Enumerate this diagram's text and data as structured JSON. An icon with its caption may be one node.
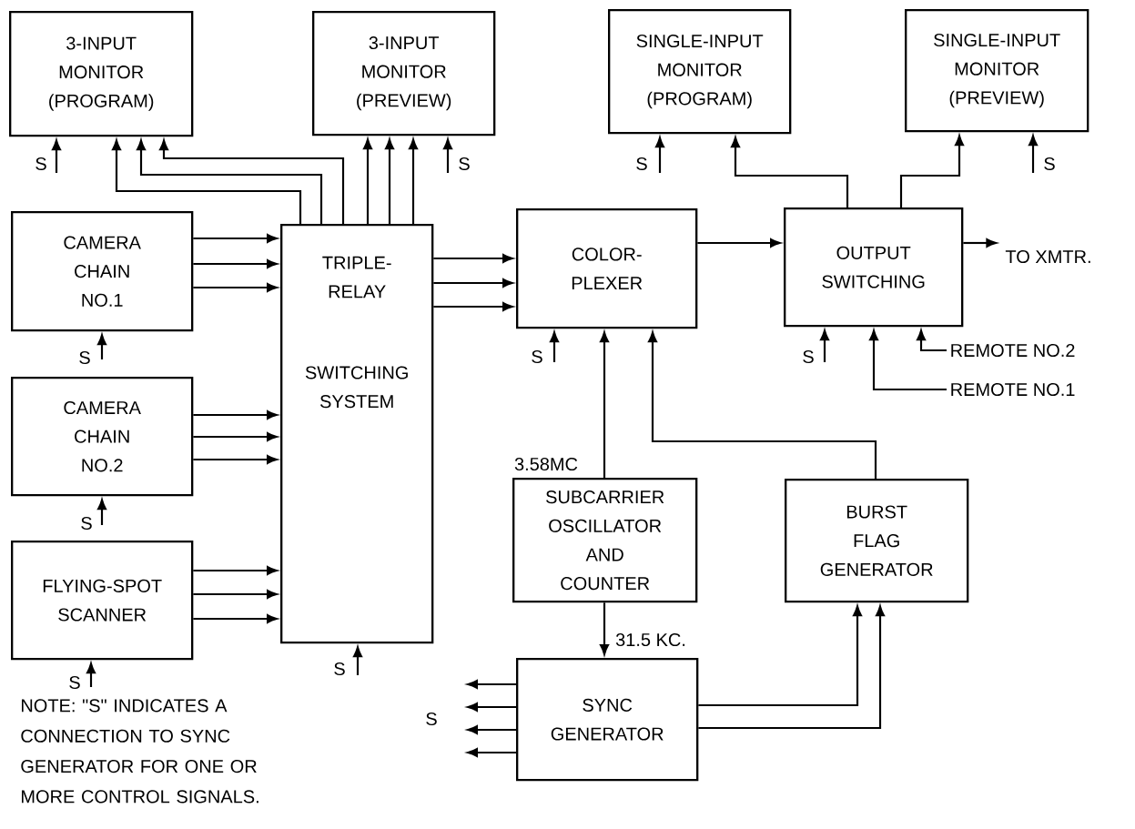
{
  "diagram": {
    "nodes": [
      {
        "text": [
          "3-INPUT MONITOR (PROGRAM)"
        ]
      },
      {
        "text": [
          "3-INPUT MONITOR (PREVIEW)"
        ]
      },
      {
        "text": [
          "SINGLE-INPUT MONITOR (PROGRAM)"
        ]
      },
      {
        "text": [
          "SINGLE-INPUT MONITOR (PREVIEW)"
        ]
      },
      {
        "text": [
          "CAMERA CHAIN NO.1"
        ]
      },
      {
        "text": [
          "TRIPLE-RELAY",
          "SWITCHING SYSTEM"
        ]
      },
      {
        "text": [
          "COLOR-PLEXER"
        ]
      },
      {
        "text": [
          "OUTPUT SWITCHING"
        ]
      },
      {
        "text": [
          "TO XMTR."
        ]
      },
      {
        "text": [
          "CAMERA CHAIN NO.2"
        ]
      },
      {
        "text": [
          "SUBCARRIER OSCILLATOR AND COUNTER"
        ]
      },
      {
        "text": [
          "BURST FLAG GENERATOR"
        ]
      },
      {
        "text": [
          "FLYING-SPOT SCANNER"
        ]
      },
      {
        "text": [
          "SYNC GENERATOR"
        ]
      },
      {
        "text": [
          "REMOTE NO.2"
        ]
      },
      {
        "text": [
          "REMOTE NO.1"
        ]
      }
    ],
    "edges": [
      {
        "from": 5,
        "to": 0,
        "arrow": "to"
      },
      {
        "from": 5,
        "to": 0,
        "arrow": "to"
      },
      {
        "from": 5,
        "to": 0,
        "arrow": "to"
      },
      {
        "from": 5,
        "to": 1,
        "arrow": "to"
      },
      {
        "from": 5,
        "to": 1,
        "arrow": "to"
      },
      {
        "from": 5,
        "to": 1,
        "arrow": "to"
      },
      {
        "from": 7,
        "to": 2,
        "arrow": "to"
      },
      {
        "from": 7,
        "to": 3,
        "arrow": "to"
      },
      {
        "from": 4,
        "to": 5,
        "arrow": "to"
      },
      {
        "from": 4,
        "to": 5,
        "arrow": "to"
      },
      {
        "from": 4,
        "to": 5,
        "arrow": "to"
      },
      {
        "from": 9,
        "to": 5,
        "arrow": "to"
      },
      {
        "from": 9,
        "to": 5,
        "arrow": "to"
      },
      {
        "from": 9,
        "to": 5,
        "arrow": "to"
      },
      {
        "from": 12,
        "to": 5,
        "arrow": "to"
      },
      {
        "from": 12,
        "to": 5,
        "arrow": "to"
      },
      {
        "from": 12,
        "to": 5,
        "arrow": "to"
      },
      {
        "from": 5,
        "to": 6,
        "arrow": "to"
      },
      {
        "from": 5,
        "to": 6,
        "arrow": "to"
      },
      {
        "from": 5,
        "to": 6,
        "arrow": "to"
      },
      {
        "from": 6,
        "to": 7,
        "arrow": "to"
      },
      {
        "from": 7,
        "to": 8,
        "arrow": "to"
      },
      {
        "from": 14,
        "to": 7,
        "arrow": "to"
      },
      {
        "from": 15,
        "to": 7,
        "arrow": "to"
      },
      {
        "from": 10,
        "to": 6,
        "arrow": "to",
        "label": "3.58MC"
      },
      {
        "from": 11,
        "to": 6,
        "arrow": "to"
      },
      {
        "from": 10,
        "to": 13,
        "arrow": "to",
        "label": "31.5 KC."
      },
      {
        "from": 13,
        "to": 11,
        "arrow": "to"
      },
      {
        "from": 13,
        "to": 11,
        "arrow": "to"
      },
      {
        "from": null,
        "to": 0,
        "arrow": "to",
        "label": "S"
      },
      {
        "from": null,
        "to": 1,
        "arrow": "to",
        "label": "S"
      },
      {
        "from": null,
        "to": 2,
        "arrow": "to",
        "label": "S"
      },
      {
        "from": null,
        "to": 3,
        "arrow": "to",
        "label": "S"
      },
      {
        "from": null,
        "to": 4,
        "arrow": "to",
        "label": "S"
      },
      {
        "from": null,
        "to": 9,
        "arrow": "to",
        "label": "S"
      },
      {
        "from": null,
        "to": 12,
        "arrow": "to",
        "label": "S"
      },
      {
        "from": null,
        "to": 5,
        "arrow": "to",
        "label": "S"
      },
      {
        "from": null,
        "to": 6,
        "arrow": "to",
        "label": "S"
      },
      {
        "from": null,
        "to": 7,
        "arrow": "to",
        "label": "S"
      },
      {
        "from": 13,
        "to": null,
        "arrow": "to"
      },
      {
        "from": 13,
        "to": null,
        "arrow": "to"
      },
      {
        "from": 13,
        "to": null,
        "arrow": "to"
      },
      {
        "from": 13,
        "to": null,
        "arrow": "to"
      }
    ],
    "labels": [
      "S",
      "NOTE: \"S\" INDICATES A CONNECTION TO SYNC GENERATOR FOR ONE OR MORE CONTROL SIGNALS."
    ]
  }
}
